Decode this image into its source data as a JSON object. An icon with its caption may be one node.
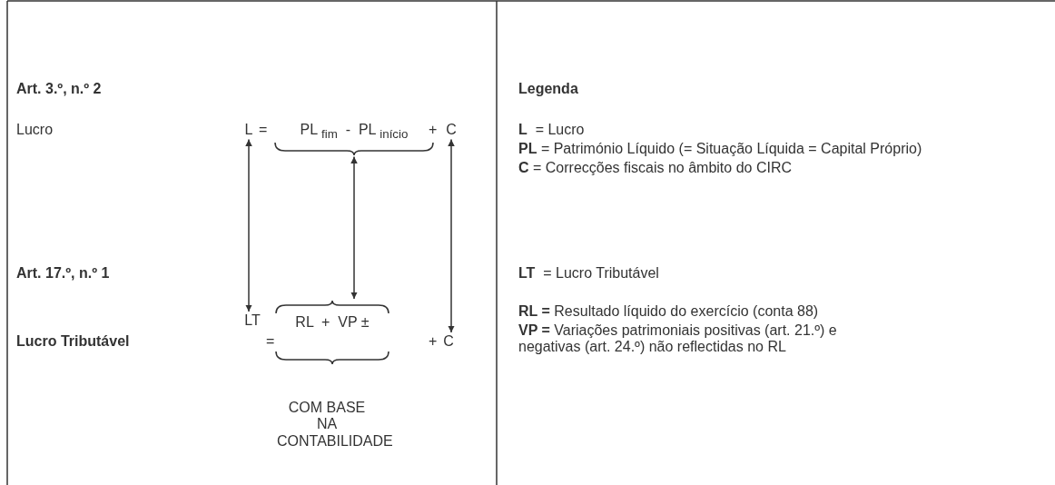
{
  "diagram": {
    "nodes": [
      {
        "text": [
          "L"
        ]
      },
      {
        "text": [
          "PL $_{fim}$  -  PL $_{início}$"
        ]
      },
      {
        "text": [
          "C"
        ]
      },
      {
        "text": [
          "LT"
        ]
      },
      {
        "text": [
          "RL  +  VP ±"
        ]
      },
      {
        "text": [
          "C"
        ]
      }
    ],
    "edges": [
      {
        "from": 0,
        "to": 3,
        "arrow": "both"
      },
      {
        "from": 1,
        "to": 4,
        "arrow": "both"
      },
      {
        "from": 2,
        "to": 5,
        "arrow": "both"
      }
    ],
    "labels": [
      "Art. 3.º, n.º 2",
      "Legenda",
      "Lucro",
      "=",
      "+",
      "**L**  = Lucro",
      "**PL** = Património Líquido (= Situação Líquida = Capital Próprio)",
      "**C** = Correcções fiscais no âmbito do CIRC",
      "Art. 17.º, n.º 1",
      "**LT**  = Lucro Tributável",
      "**RL =** Resultado líquido do exercício (conta 88)",
      "Lucro Tributável",
      "=",
      "+",
      "**VP =** Variações patrimoniais positivas (art. 21.º) e negativas (art. 24.º) não reflectidas no RL",
      "COM BASE NA CONTABILIDADE"
    ]
  }
}
